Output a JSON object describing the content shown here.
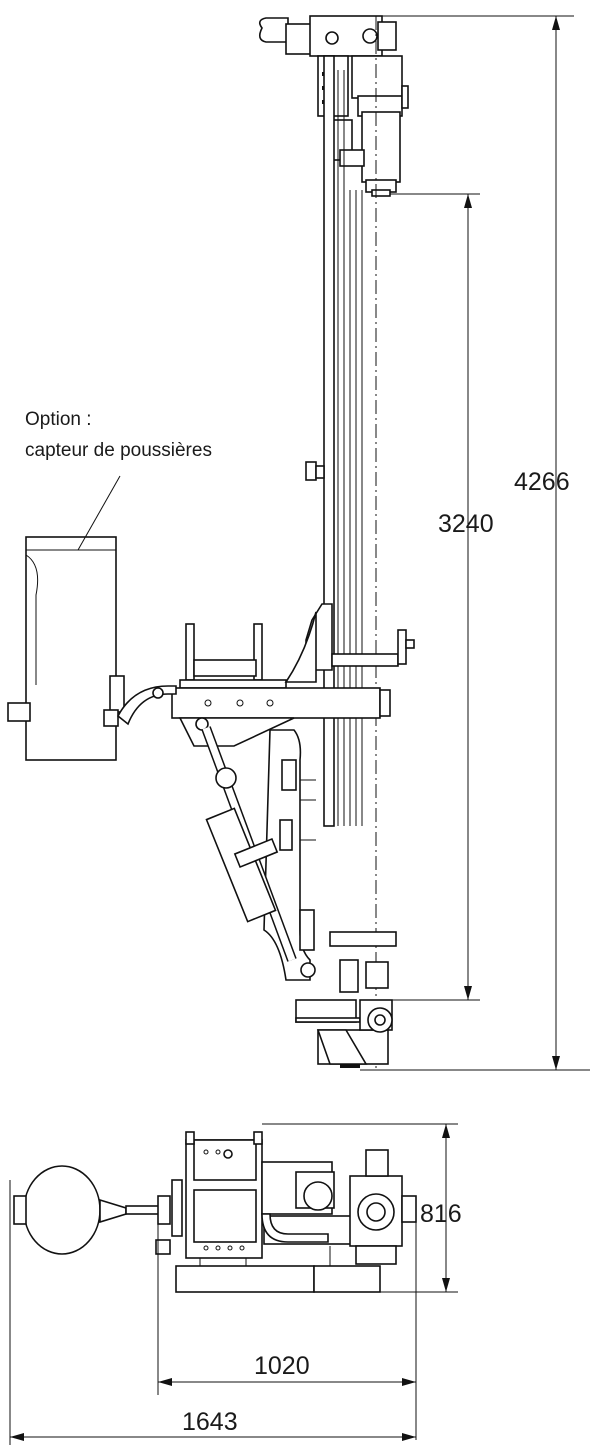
{
  "annotations": {
    "option_line1": "Option :",
    "option_line2": "capteur de poussières"
  },
  "dimensions": {
    "total_height": "4266",
    "stroke_length": "3240",
    "width_depth": "816",
    "width_1020": "1020",
    "width_1643": "1643"
  },
  "icons": {
    "arrowhead": "filled-triangle-arrowhead",
    "dust_collector": "dust-collector-drawing",
    "mast": "drilling-mast-drawing",
    "top_view": "top-view-drawing"
  },
  "colors": {
    "line": "#111111",
    "background": "#ffffff"
  }
}
